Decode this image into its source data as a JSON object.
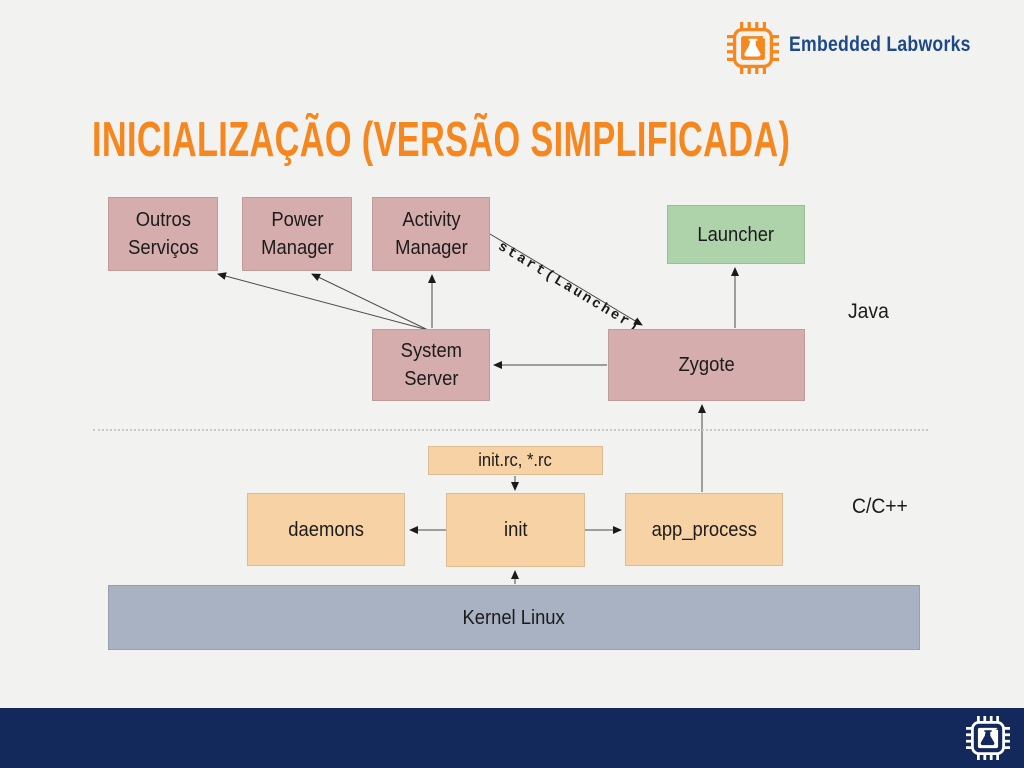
{
  "header": {
    "brand": "Embedded Labworks"
  },
  "slide": {
    "title": "INICIALIZAÇÃO (VERSÃO SIMPLIFICADA)"
  },
  "diagram": {
    "java_label": "Java",
    "cpp_label": "C/C++",
    "edge_label": "start(Launcher)",
    "nodes": {
      "outros": {
        "label": "Outros\nServiços"
      },
      "power": {
        "label": "Power\nManager"
      },
      "activity": {
        "label": "Activity\nManager"
      },
      "launcher": {
        "label": "Launcher"
      },
      "system_server": {
        "label": "System\nServer"
      },
      "zygote": {
        "label": "Zygote"
      },
      "initrc": {
        "label": "init.rc, *.rc"
      },
      "daemons": {
        "label": "daemons"
      },
      "init": {
        "label": "init"
      },
      "app_process": {
        "label": "app_process"
      },
      "kernel": {
        "label": "Kernel Linux"
      }
    }
  },
  "colors": {
    "background": "#f2f2f1",
    "accent_orange": "#f5871e",
    "brand_navy": "#1d4889",
    "footer_navy": "#13295b",
    "java_box_pink": "#d6adad",
    "launcher_green": "#aed3ab",
    "native_box_peach": "#f6d2a4",
    "kernel_gray": "#a9b2c2"
  }
}
